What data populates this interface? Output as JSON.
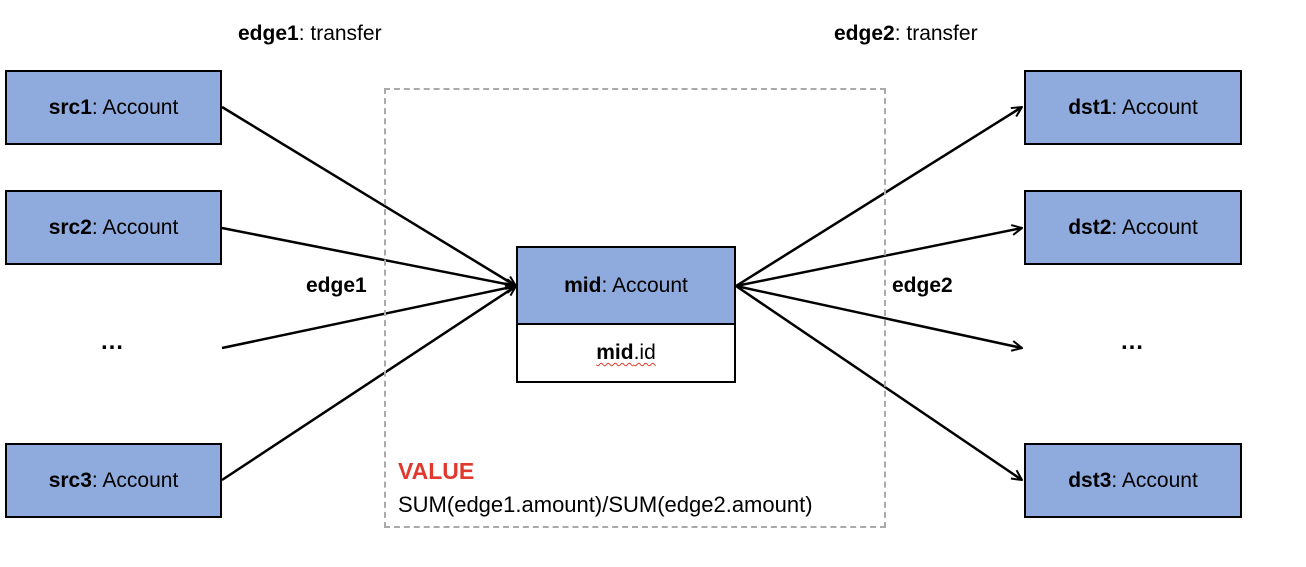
{
  "header_labels": {
    "left": {
      "name": "edge1",
      "type": ": transfer"
    },
    "right": {
      "name": "edge2",
      "type": ": transfer"
    }
  },
  "sources": [
    {
      "name": "src1",
      "type": " : Account"
    },
    {
      "name": "src2",
      "type": " : Account"
    },
    {
      "name": "src3",
      "type": " : Account"
    }
  ],
  "destinations": [
    {
      "name": "dst1",
      "type": " : Account"
    },
    {
      "name": "dst2",
      "type": " : Account"
    },
    {
      "name": "dst3",
      "type": " : Account"
    }
  ],
  "ellipsis": "…",
  "mid": {
    "name": "mid",
    "type": " : Account",
    "attr_name": "mid",
    "attr_rest": ".id"
  },
  "edge_labels": {
    "in": "edge1",
    "out": "edge2"
  },
  "value": {
    "title": "VALUE",
    "expression": "SUM(edge1.amount)/SUM(edge2.amount)"
  },
  "colors": {
    "account_fill": "#8faadc",
    "value_title": "#e03a2f",
    "dashed_border": "#aaaaaa"
  }
}
